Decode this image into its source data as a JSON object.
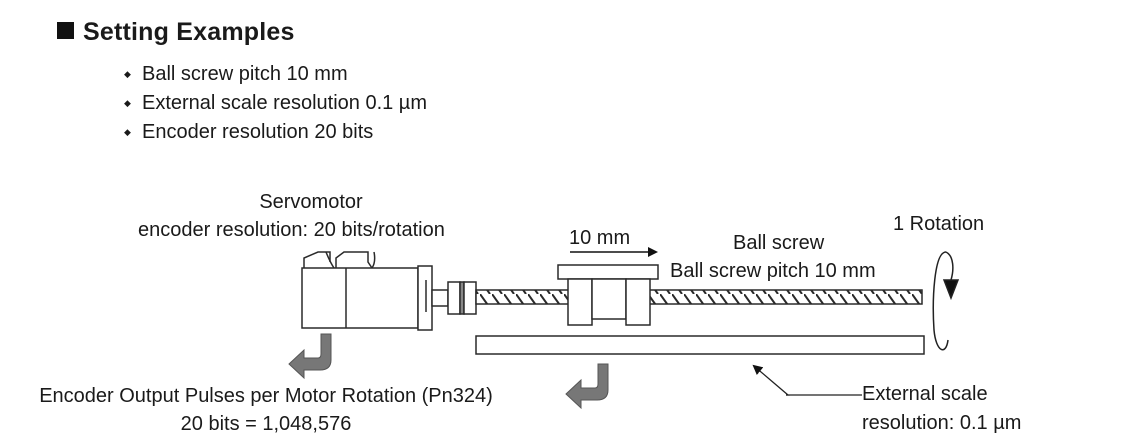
{
  "heading": {
    "marker": "square-bullet",
    "title": "Setting Examples"
  },
  "bullets": [
    "Ball screw pitch 10 mm",
    "External scale resolution 0.1 µm",
    "Encoder resolution 20 bits"
  ],
  "diagram": {
    "servomotor_label": "Servomotor",
    "encoder_label": "encoder resolution: 20 bits/rotation",
    "travel_label": "10 mm",
    "ball_screw_label": "Ball screw",
    "ball_screw_pitch_label": "Ball screw pitch 10 mm",
    "rotation_label": "1 Rotation",
    "output_pulses_label": "Encoder Output Pulses per Motor Rotation (Pn324)",
    "output_pulses_value": "20 bits = 1,048,576",
    "external_scale_label": "External scale",
    "external_scale_resolution": "resolution: 0.1 µm"
  },
  "colors": {
    "line": "#2a2a2a",
    "arrow_fill": "#777777"
  }
}
